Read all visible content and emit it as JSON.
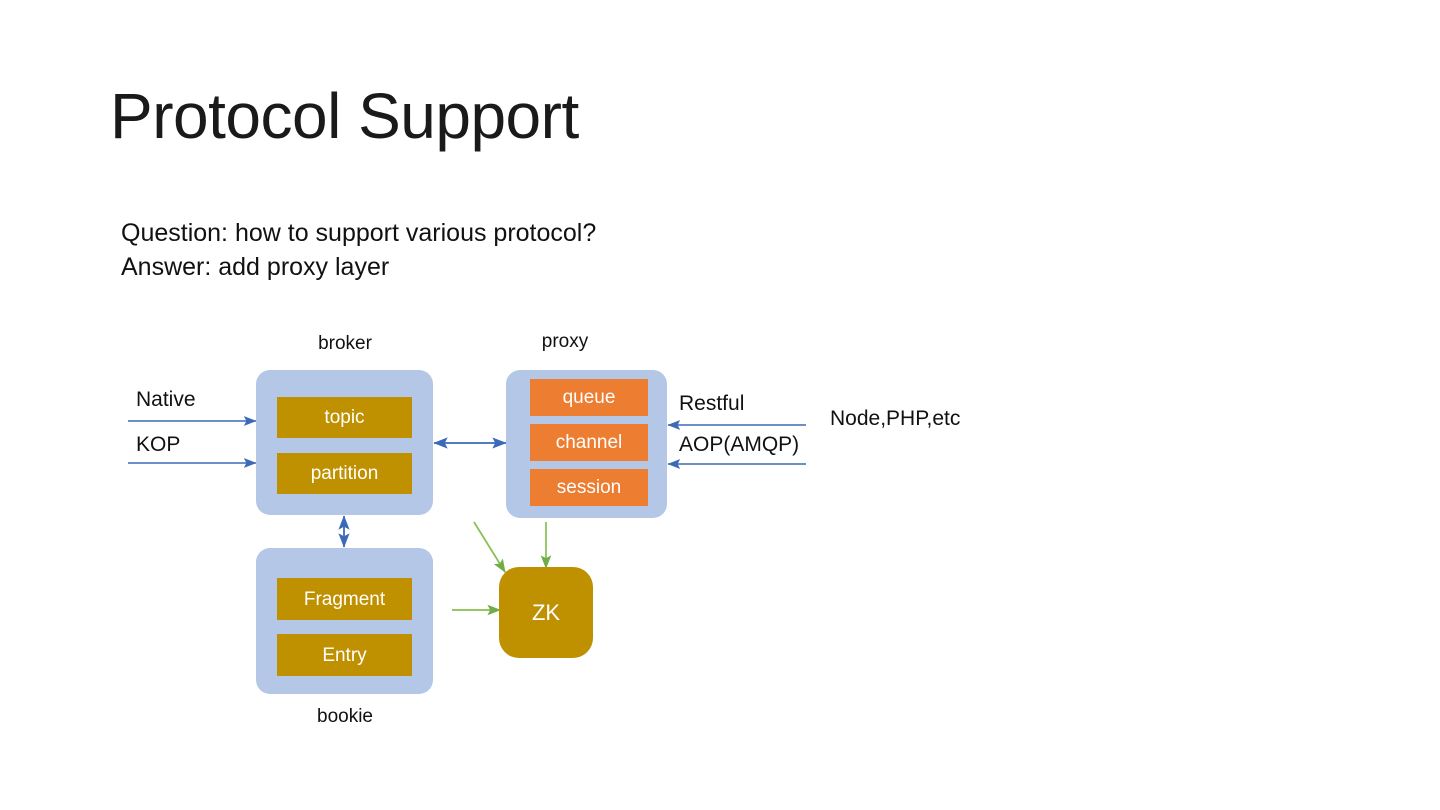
{
  "slide": {
    "title": "Protocol Support",
    "body": {
      "question": "Question: how to support various protocol?",
      "answer": "Answer: add proxy layer"
    }
  },
  "diagram": {
    "type": "architecture-block-diagram",
    "colors": {
      "container": "#b4c7e7",
      "gold_block": "#bf9000",
      "orange_block": "#ed7d31",
      "blue_arrow": "#4472c4",
      "green_arrow": "#70ad47",
      "text": "#111111",
      "block_text": "#ffffff",
      "background": "#ffffff"
    },
    "groups": [
      {
        "id": "broker",
        "caption": "broker",
        "caption_position": "above",
        "blocks": [
          {
            "id": "topic",
            "label": "topic",
            "color": "gold"
          },
          {
            "id": "partition",
            "label": "partition",
            "color": "gold"
          }
        ]
      },
      {
        "id": "proxy",
        "caption": "proxy",
        "caption_position": "above",
        "blocks": [
          {
            "id": "queue",
            "label": "queue",
            "color": "orange"
          },
          {
            "id": "channel",
            "label": "channel",
            "color": "orange"
          },
          {
            "id": "session",
            "label": "session",
            "color": "orange"
          }
        ]
      },
      {
        "id": "bookie",
        "caption": "bookie",
        "caption_position": "below",
        "blocks": [
          {
            "id": "fragment",
            "label": "Fragment",
            "color": "gold"
          },
          {
            "id": "entry",
            "label": "Entry",
            "color": "gold"
          }
        ]
      }
    ],
    "nodes": [
      {
        "id": "zk",
        "label": "ZK",
        "shape": "rounded-square",
        "color": "gold"
      }
    ],
    "edge_labels": {
      "native": "Native",
      "kop": "KOP",
      "restful": "Restful",
      "aop": "AOP(AMQP)",
      "clients": "Node,PHP,etc"
    },
    "connections": [
      {
        "from": "native-client",
        "to": "broker",
        "direction": "right",
        "color": "blue",
        "label": "Native"
      },
      {
        "from": "kop-client",
        "to": "broker",
        "direction": "right",
        "color": "blue",
        "label": "KOP"
      },
      {
        "from": "broker",
        "to": "proxy",
        "direction": "both",
        "color": "blue",
        "label": ""
      },
      {
        "from": "broker",
        "to": "bookie",
        "direction": "both",
        "color": "blue",
        "label": ""
      },
      {
        "from": "clients",
        "to": "proxy",
        "direction": "left",
        "color": "blue",
        "label": "Restful"
      },
      {
        "from": "clients",
        "to": "proxy",
        "direction": "left",
        "color": "blue",
        "label": "AOP(AMQP)"
      },
      {
        "from": "broker",
        "to": "zk",
        "direction": "diagonal-down-right",
        "color": "green",
        "label": ""
      },
      {
        "from": "proxy",
        "to": "zk",
        "direction": "down",
        "color": "green",
        "label": ""
      },
      {
        "from": "bookie",
        "to": "zk",
        "direction": "right",
        "color": "green",
        "label": ""
      }
    ]
  }
}
